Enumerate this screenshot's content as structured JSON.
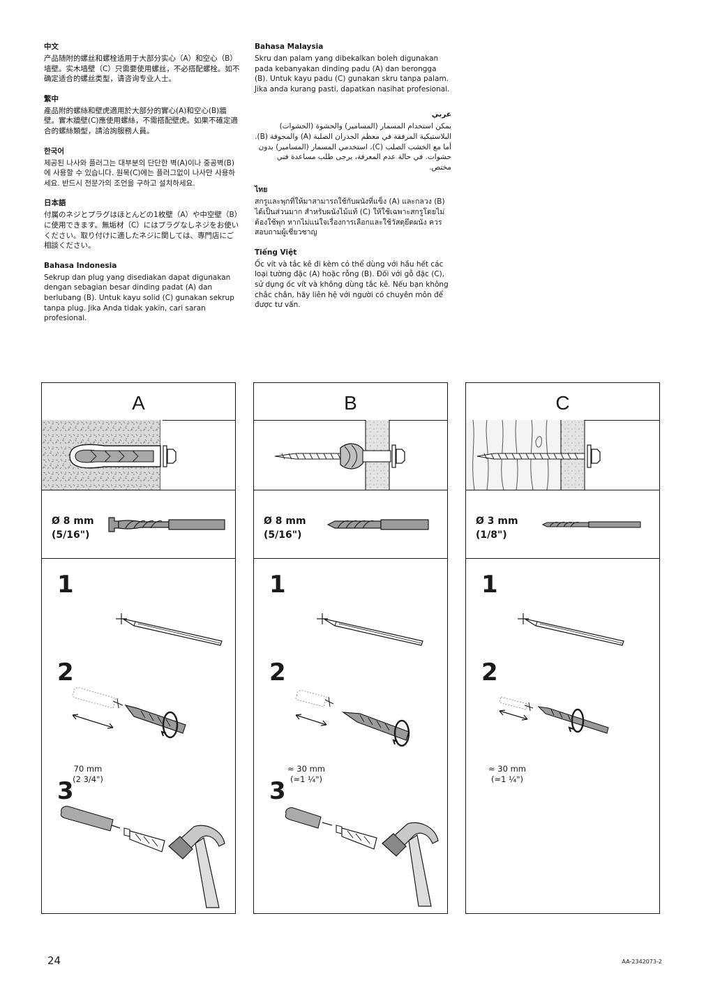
{
  "text_sections_left": [
    {
      "heading": "中文",
      "body": "产品随附的螺丝和螺栓适用于大部分实心（A）和空心（B）墙壁。实木墙壁（C）只需要使用螺丝，不必搭配螺栓。如不确定适合的螺丝类型，请咨询专业人士。"
    },
    {
      "heading": "繁中",
      "body": "產品附的螺絲和壁虎適用於大部分的實心(A)和空心(B)牆壁。實木牆壁(C)應使用螺絲，不需搭配壁虎。如果不確定適合的螺絲類型，請洽詢服務人員。"
    },
    {
      "heading": "한국어",
      "body": "제공된 나사와 플러그는 대부분의 단단한 벽(A)이나 중공벽(B)에 사용할 수 있습니다. 원목(C)에는 플러그없이 나사만 사용하세요. 반드시 전문가의 조언을 구하고 설치하세요."
    },
    {
      "heading": "日本語",
      "body": "付属のネジとプラグはほとんどの1枚壁（A）や中空壁（B）に使用できます。無垢材（C）にはプラグなしネジをお使いください。取り付けに適したネジに関しては、専門店にご相談ください。"
    },
    {
      "heading": "Bahasa Indonesia",
      "body": "Sekrup dan plug yang disediakan dapat digunakan dengan sebagian besar dinding padat (A) dan berlubang (B). Untuk kayu solid (C) gunakan sekrup tanpa plug. Jika Anda tidak yakin, cari saran profesional."
    }
  ],
  "text_sections_right": [
    {
      "heading": "Bahasa Malaysia",
      "body": "Skru dan palam yang dibekalkan boleh digunakan pada kebanyakan dinding padu (A) dan berongga (B). Untuk kayu padu (C) gunakan skru tanpa palam. Jika anda kurang pasti, dapatkan nasihat profesional.",
      "rtl": false
    },
    {
      "heading": "عربي",
      "body": "يمكن استخدام المسمار (المسامير) والحشوة (الحشوات) البلاستيكية المرفقة في معظم الجدران الصلبة (A) والمجوفة (B). أما مع الخشب الصلب (C)، استخدمي المسمار (المسامير) بدون حشوات. في حالة عدم المعرفة، يرجى طلب مساعدة فني مختص.",
      "rtl": true
    },
    {
      "heading": "ไทย",
      "body": "สกรูและพุกที่ให้มาสามารถใช้กับผนังที่แข็ง (A) และกลวง (B) ได้เป็นส่วนมาก สำหรับผนังไม้แท้ (C) ให้ใช้เฉพาะสกรูโดยไม่ต้องใช้พุก หากไม่แน่ใจเรื่องการเลือกและใช้วัสดุยึดผนัง ควรสอบถามผู้เชี่ยวชาญ",
      "rtl": false
    },
    {
      "heading": "Tiếng Việt",
      "body": "Ốc vít và tắc kê đi kèm có thể dùng với hầu hết các loại tường đặc (A) hoặc rỗng (B). Đối với gỗ đặc (C), sử dụng ốc vít và không dùng tắc kê. Nếu bạn không chắc chắn, hãy liên hệ với người có chuyên môn để được tư vấn.",
      "rtl": false
    }
  ],
  "panels": [
    {
      "letter": "A",
      "drill_size": "Ø 8 mm",
      "drill_size_imperial": "(5/16\")",
      "depth": "70 mm",
      "depth_imperial": "(2 3/4\")",
      "steps": [
        "1",
        "2",
        "3"
      ]
    },
    {
      "letter": "B",
      "drill_size": "Ø 8 mm",
      "drill_size_imperial": "(5/16\")",
      "depth": "≈ 30 mm",
      "depth_imperial": "(≈1 ¼\")",
      "steps": [
        "1",
        "2",
        "3"
      ]
    },
    {
      "letter": "C",
      "drill_size": "Ø 3 mm",
      "drill_size_imperial": "(1/8\")",
      "depth": "≈ 30 mm",
      "depth_imperial": "(≈1 ¼\")",
      "steps": [
        "1",
        "2"
      ]
    }
  ],
  "footer": {
    "page_number": "24",
    "doc_id": "AA-2342073-2"
  },
  "icons": [
    "wall-anchor-icon",
    "screw-icon",
    "drill-bit-icon",
    "pencil-icon",
    "hammer-icon",
    "plug-icon"
  ]
}
